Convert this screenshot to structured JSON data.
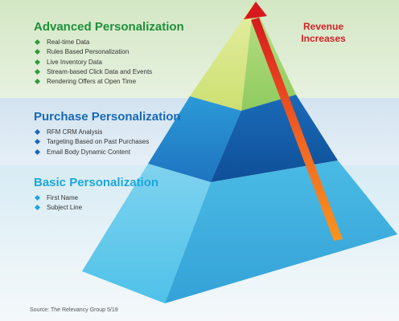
{
  "tiers": [
    {
      "title": "Advanced Personalization",
      "color": "#1f8f3a",
      "items": [
        "Real-time Data",
        "Rules Based Personalization",
        "Live Inventory Data",
        "Stream-based Click Data and Events",
        "Rendering Offers at Open Time"
      ]
    },
    {
      "title": "Purchase Personalization",
      "color": "#1769b8",
      "items": [
        "RFM CRM Analysis",
        "Targeting Based on Past Purchases",
        "Email Body Dynamic Content"
      ]
    },
    {
      "title": "Basic Personalization",
      "color": "#1aa7dc",
      "items": [
        "First Name",
        "Subject Line"
      ]
    }
  ],
  "arrow": {
    "line1": "Revenue",
    "line2": "Increases",
    "color": "#d32027"
  },
  "source": "Source: The Relevancy Group 5/19"
}
